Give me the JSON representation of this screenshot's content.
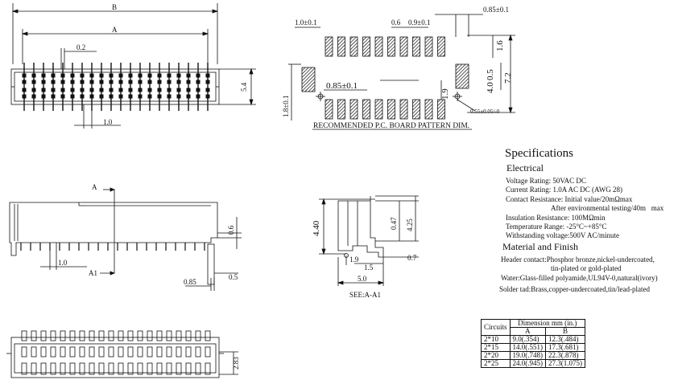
{
  "top_view": {
    "dim_B": "B",
    "dim_A": "A",
    "pitch_label": "0.2",
    "height_label": "5.4",
    "spacing_label": "1.0"
  },
  "pcb_pattern": {
    "pad_width": "1.0±0.1",
    "pad_gap": "0.6",
    "pitch": "0.9±0.1",
    "right_width": "0.85±0.1",
    "pad_len": "1.6",
    "inner": "0.5",
    "tab": "4.0",
    "overall": "7.2",
    "side_height": "1.8±0.1",
    "mid_pitch": "0.85±0.1",
    "row_offset": "1.9",
    "hole": "0.55±0.05/-0",
    "caption": "RECOMMENDED P.C. BOARD PATTERN DIM."
  },
  "side_view": {
    "section_top": "A",
    "section_bottom": "A1",
    "lead_height": "0.6",
    "lead_spacing": "1.0",
    "foot": "0.85",
    "tail": "0.5"
  },
  "section_view": {
    "total_height": "4.40",
    "body_height": "4.25",
    "inner_height": "0.47",
    "foot_height": "1.9",
    "foot_width": "1.5",
    "tail_width": "0.7",
    "base_width": "5.0",
    "caption": "SEE:A-A1"
  },
  "bottom_view": {
    "height": "2.83"
  },
  "specifications": {
    "title": "Specifications",
    "electrical_heading": "Electrical",
    "voltage": "Voltage Rating: 50VAC DC",
    "current": "Current Rating: 1.0A AC DC (AWG 28)",
    "contact_resistance": "Contact Resistance: Initial value/20mΩmax",
    "contact_after": "After environmental testing/40m   max",
    "insulation": "Insulation Resistance: 100MΩmin",
    "temperature": "Temperature Range: -25°C~+85°C",
    "withstanding": "Withstanding voltage:500V AC/minute",
    "material_heading": "Material and Finish",
    "header_contact": "Header contact:Phosphor bronze,nickel-undercoated,",
    "header_contact_2": "tin-plated or gold-plated",
    "water": "Water:Glass-filled polyamide,UL94V-0,natural(ivory)",
    "solder_tab": "Solder tad:Brass,copper-undercoated,tin/lead-plated"
  },
  "dimension_table": {
    "header_circuits": "Circuits",
    "header_dimension": "Dimension mm (in.)",
    "header_A": "A",
    "header_B": "B",
    "rows": [
      {
        "circuits": "2*10",
        "a": "9.0(.354)",
        "b": "12.3(.484)"
      },
      {
        "circuits": "2*15",
        "a": "14.0(.551)",
        "b": "17.3(.681)"
      },
      {
        "circuits": "2*20",
        "a": "19.0(.748)",
        "b": "22.3(.878)"
      },
      {
        "circuits": "2*25",
        "a": "24.0(.945)",
        "b": "27.3(1.075)"
      }
    ]
  }
}
